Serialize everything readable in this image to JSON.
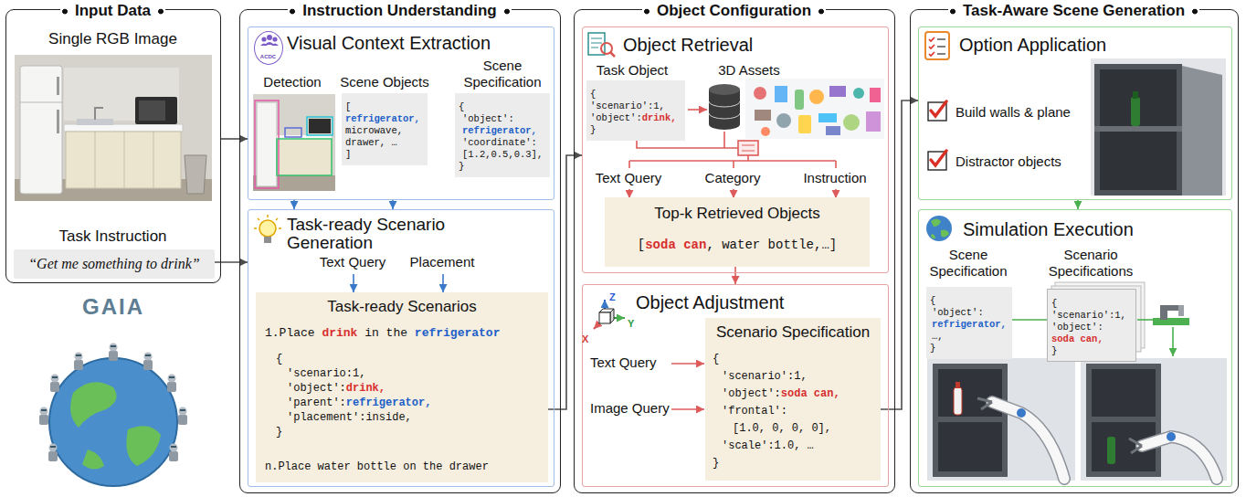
{
  "diagram": {
    "nodes": [
      {
        "text": [
          "Input Data",
          "Single RGB Image",
          "Task Instruction"
        ]
      },
      {
        "text": [
          "“Get me something to drink”"
        ],
        "in": 0
      },
      {
        "text": [
          "Instruction Understanding"
        ]
      },
      {
        "text": [
          "Visual Context Extraction",
          "Detection",
          "Scene Objects",
          "Scene Specification"
        ],
        "in": 2
      },
      {
        "text": [
          "ACDC"
        ],
        "in": 3
      },
      {
        "text": [
          "[",
          "refrigerator,",
          "microwave,",
          "drawer, …",
          "]"
        ],
        "in": 3
      },
      {
        "text": [
          "{",
          "'object':",
          "refrigerator,",
          "'coordinate':",
          "[1.2,0.5,0.3],",
          "}"
        ],
        "in": 3
      },
      {
        "text": [
          "Task-ready Scenario Generation",
          "Text Query",
          "Placement"
        ],
        "in": 2
      },
      {
        "text": [
          "Task-ready Scenarios",
          "1.Place",
          "drink",
          "in the",
          "refrigerator",
          "{",
          "'scenario:1,",
          "'object':",
          "drink,",
          "'parent':",
          "refrigerator,",
          "'placement':inside,",
          "}",
          "n.Place water bottle on the drawer"
        ],
        "in": 7
      },
      {
        "text": [
          "Object Configuration"
        ]
      },
      {
        "text": [
          "Object Retrieval",
          "Task Object",
          "3D Assets",
          "Text Query",
          "Category",
          "Instruction"
        ],
        "in": 9
      },
      {
        "text": [
          "{",
          "'scenario':1,",
          "'object':",
          "drink,",
          "}"
        ],
        "in": 10
      },
      {
        "text": [
          "Top-k Retrieved Objects",
          "[",
          "soda can",
          ", water bottle,…]"
        ],
        "in": 10
      },
      {
        "text": [
          "Object Adjustment",
          "Text Query",
          "Image Query"
        ],
        "in": 9
      },
      {
        "text": [
          "Scenario Specification",
          "{",
          "'scenario':1,",
          "'object':",
          "soda can,",
          "'frontal':",
          "[1.0, 0, 0, 0],",
          "'scale':1.0, …",
          "}"
        ],
        "in": 13
      },
      {
        "text": [
          "Task-Aware Scene Generation"
        ]
      },
      {
        "text": [
          "Option Application",
          "Build walls & plane",
          "Distractor objects"
        ],
        "in": 15
      },
      {
        "text": [
          "Simulation Execution",
          "Scene Specification",
          "Scenario Specifications"
        ],
        "in": 15
      },
      {
        "text": [
          "{",
          "'object':",
          "refrigerator,",
          "…,",
          "}"
        ],
        "in": 17
      },
      {
        "text": [
          "{",
          "'scenario':1,",
          "'object':",
          "soda can,",
          "}"
        ],
        "in": 17
      }
    ],
    "edges": [
      {
        "from": 0,
        "to": 3,
        "arrow": "to"
      },
      {
        "from": 1,
        "to": 7,
        "arrow": "to"
      },
      {
        "from": 3,
        "to": 7,
        "arrow": "to"
      },
      {
        "from": 3,
        "to": 7,
        "arrow": "to"
      },
      {
        "from": 8,
        "to": 10,
        "arrow": "to"
      },
      {
        "from": 12,
        "to": 13,
        "arrow": "to"
      },
      {
        "from": 14,
        "to": 16,
        "arrow": "to"
      },
      {
        "from": 16,
        "to": 17,
        "arrow": "to"
      },
      {
        "from": 18,
        "to": 19,
        "arrow": "none"
      }
    ],
    "labels": [
      "GAIA",
      "Z",
      "Y",
      "X"
    ]
  }
}
